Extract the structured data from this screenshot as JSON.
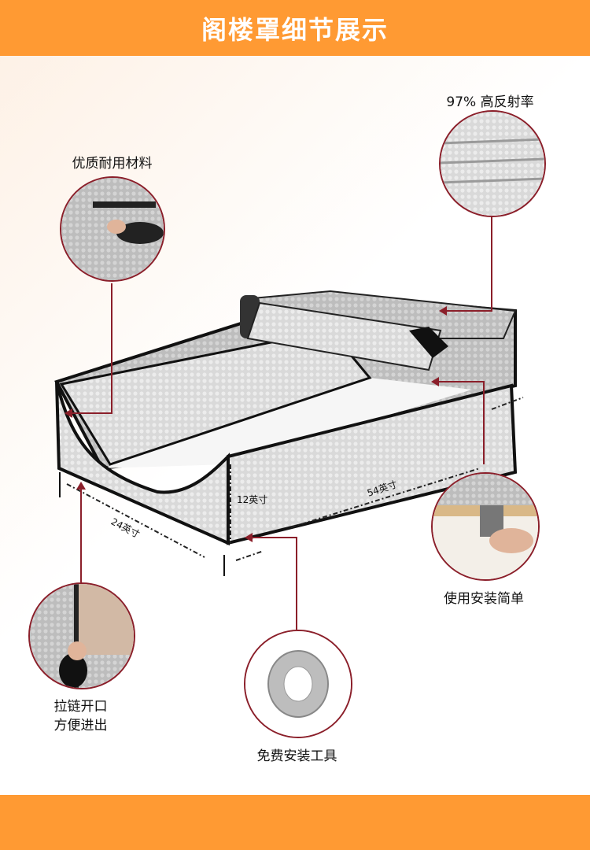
{
  "header": {
    "title": "阁楼罩细节展示"
  },
  "features": {
    "material": "优质耐用材料",
    "reflect": "97% 高反射率",
    "install": "使用安装简单",
    "zipper_line1": "拉链开口",
    "zipper_line2": "方便进出",
    "tools": "免费安装工具"
  },
  "dimensions": {
    "height": "12英寸",
    "length": "54英寸",
    "width": "24英寸"
  },
  "colors": {
    "accent": "#ff9a33",
    "connector": "#8b1f2a"
  }
}
